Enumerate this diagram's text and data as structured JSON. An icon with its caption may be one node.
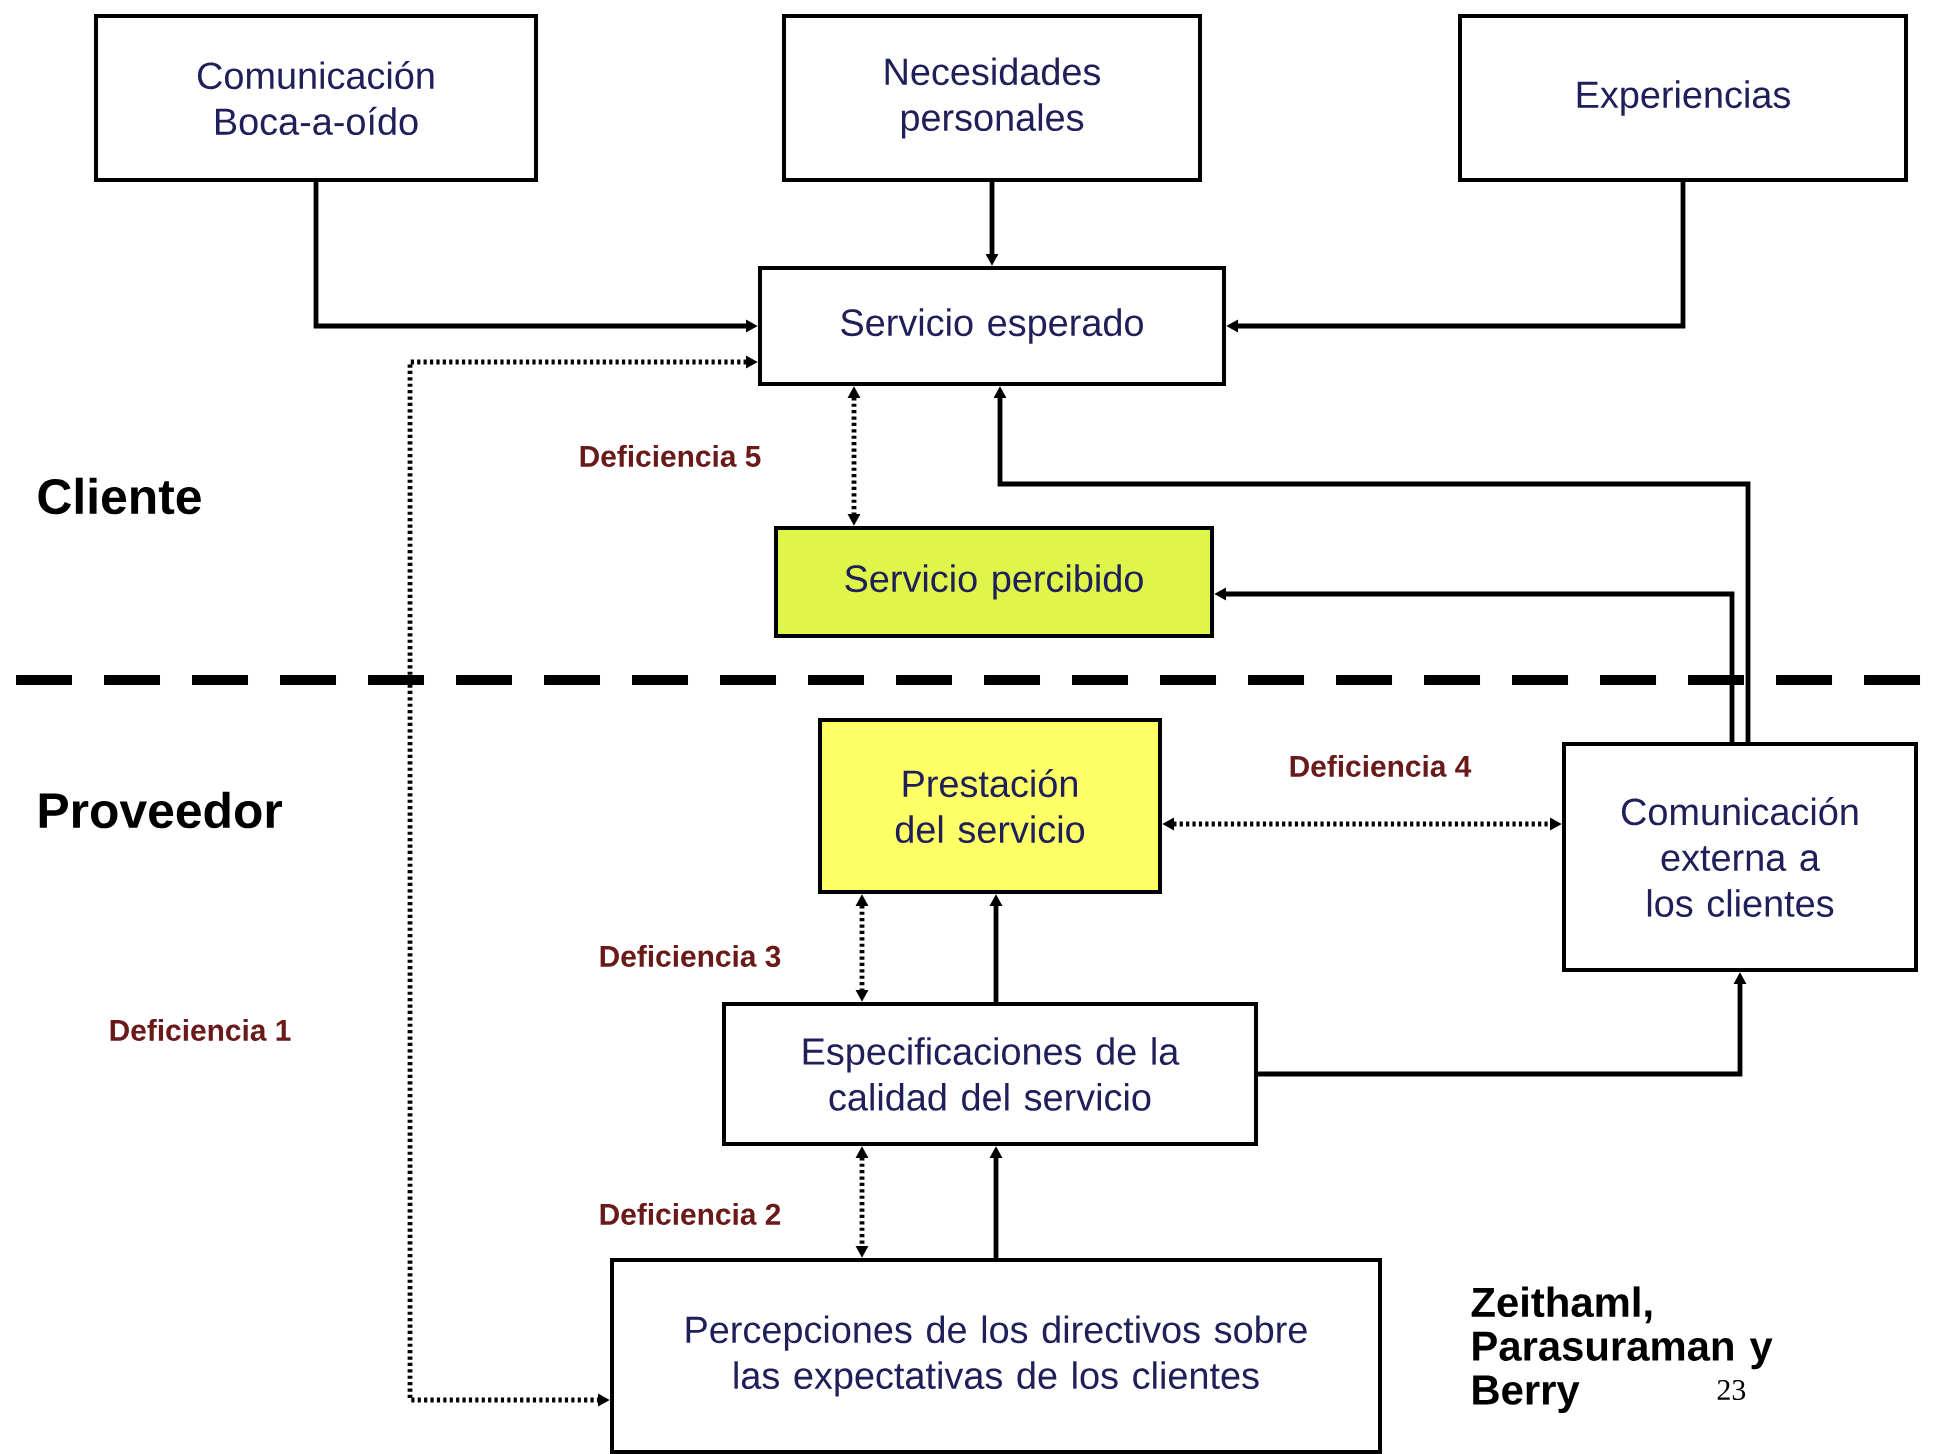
{
  "diagram": {
    "nodes": [
      {
        "text": [
          "Comunicación Boca-a-oído"
        ]
      },
      {
        "text": [
          "Necesidades personales"
        ]
      },
      {
        "text": [
          "Experiencias"
        ]
      },
      {
        "text": [
          "Servicio esperado"
        ]
      },
      {
        "text": [
          "Servicio percibido"
        ]
      },
      {
        "text": [
          "Prestación del servicio"
        ]
      },
      {
        "text": [
          "Comunicación externa a los clientes"
        ]
      },
      {
        "text": [
          "Especificaciones de la calidad del servicio"
        ]
      },
      {
        "text": [
          "Percepciones de los directivos sobre las expectativas de los clientes"
        ]
      }
    ],
    "edges": [
      {
        "from": 0,
        "to": 3,
        "arrow": "to"
      },
      {
        "from": 1,
        "to": 3,
        "arrow": "to"
      },
      {
        "from": 2,
        "to": 3,
        "arrow": "to"
      },
      {
        "from": 3,
        "to": 4,
        "arrow": "both",
        "style": "dashed",
        "label": "Deficiencia 5"
      },
      {
        "from": 6,
        "to": 3,
        "arrow": "to"
      },
      {
        "from": 6,
        "to": 4,
        "arrow": "to"
      },
      {
        "from": 3,
        "to": 8,
        "arrow": "both",
        "style": "dashed",
        "label": "Deficiencia 1"
      },
      {
        "from": 5,
        "to": 6,
        "arrow": "both",
        "style": "dashed",
        "label": "Deficiencia 4"
      },
      {
        "from": 5,
        "to": 7,
        "arrow": "both",
        "style": "dashed",
        "label": "Deficiencia 3"
      },
      {
        "from": 7,
        "to": 5,
        "arrow": "to"
      },
      {
        "from": 7,
        "to": 6,
        "arrow": "to"
      },
      {
        "from": 7,
        "to": 8,
        "arrow": "both",
        "style": "dashed",
        "label": "Deficiencia 2"
      },
      {
        "from": 8,
        "to": 7,
        "arrow": "to"
      }
    ],
    "labels": [
      "Cliente",
      "Proveedor",
      "Zeithaml, Parasuraman y Berry",
      "23"
    ]
  }
}
